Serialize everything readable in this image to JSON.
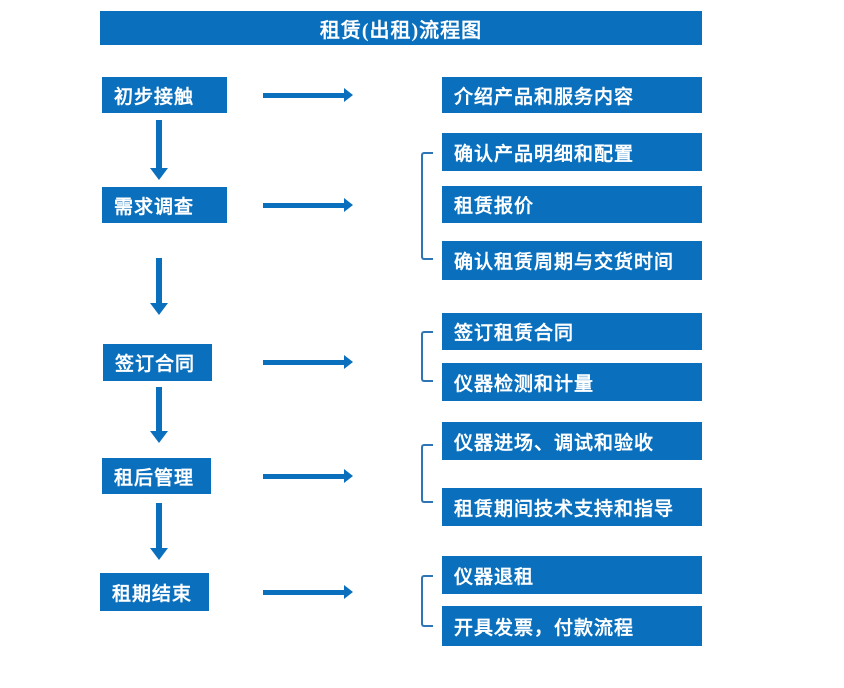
{
  "title": "租赁(出租)流程图",
  "colors": {
    "primary": "#0a70bd",
    "bracket": "#2e75b6",
    "text": "#ffffff",
    "background": "#ffffff"
  },
  "steps": [
    {
      "label": "初步接触",
      "details": [
        "介绍产品和服务内容"
      ]
    },
    {
      "label": "需求调查",
      "details": [
        "确认产品明细和配置",
        "租赁报价",
        "确认租赁周期与交货时间"
      ]
    },
    {
      "label": "签订合同",
      "details": [
        "签订租赁合同",
        "仪器检测和计量"
      ]
    },
    {
      "label": "租后管理",
      "details": [
        "仪器进场、调试和验收",
        "租赁期间技术支持和指导"
      ]
    },
    {
      "label": "租期结束",
      "details": [
        "仪器退租",
        "开具发票，付款流程"
      ]
    }
  ]
}
